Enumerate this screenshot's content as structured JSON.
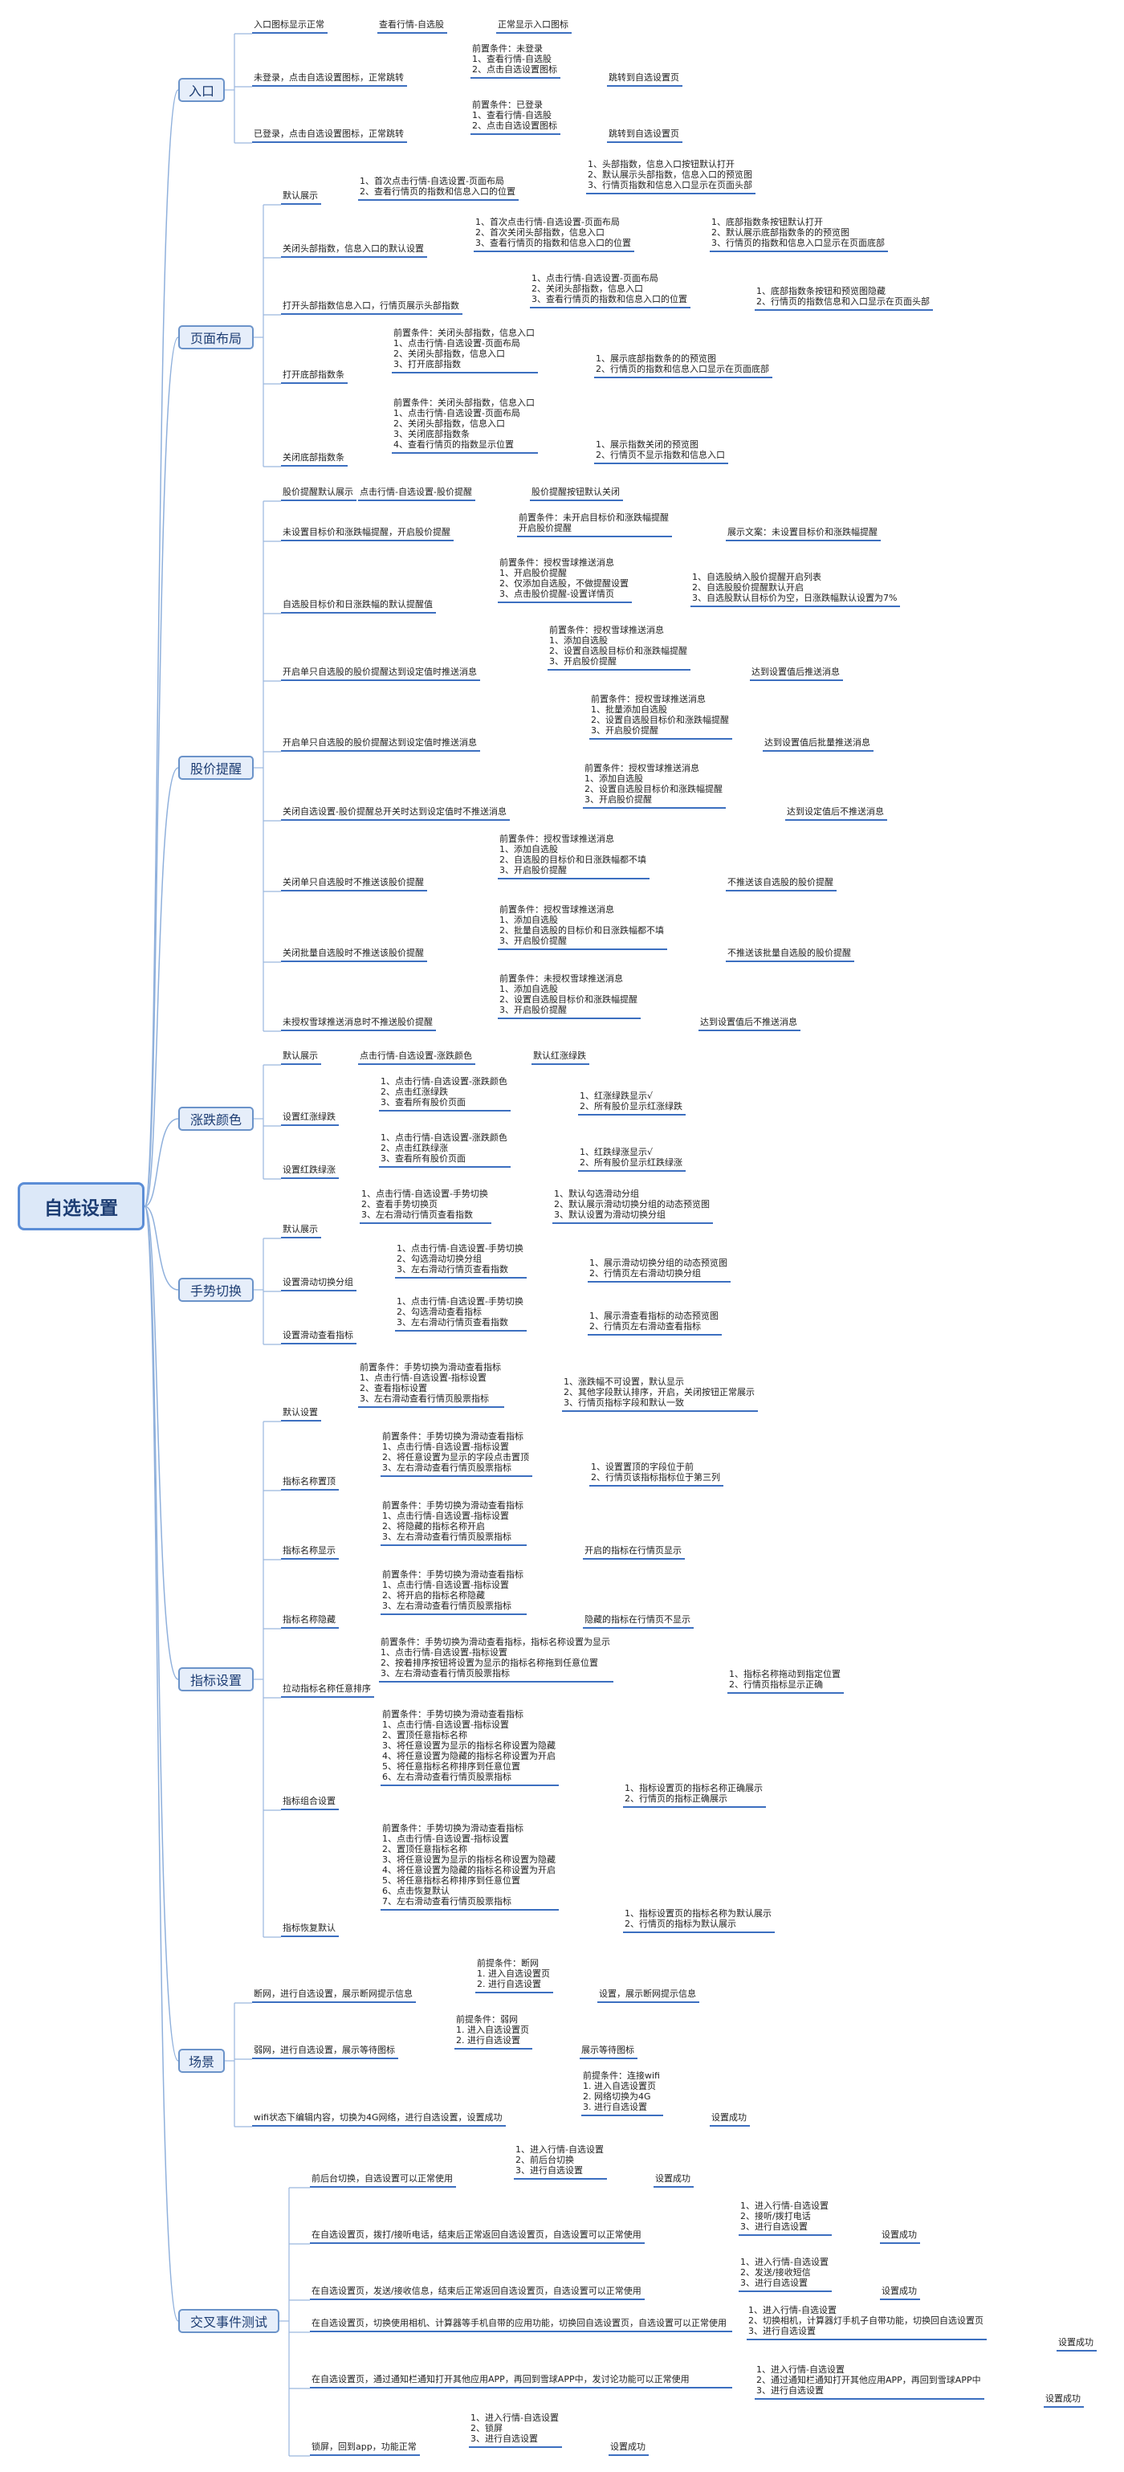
{
  "root": "自选设置",
  "categories": {
    "entry": "入口",
    "layout": "页面布局",
    "price_alert": "股价提醒",
    "color": "涨跌颜色",
    "gesture": "手势切换",
    "indicator": "指标设置",
    "scene": "场景",
    "cross": "交叉事件测试"
  },
  "entry": {
    "r1": [
      "入口图标显示正常",
      "查看行情-自选股",
      "正常显示入口图标"
    ],
    "r2": [
      "未登录，点击自选设置图标，正常跳转",
      "前置条件：未登录\n1、查看行情-自选股\n2、点击自选设置图标",
      "跳转到自选设置页"
    ],
    "r3": [
      "已登录，点击自选设置图标，正常跳转",
      "前置条件：已登录\n1、查看行情-自选股\n2、点击自选设置图标",
      "跳转到自选设置页"
    ]
  },
  "layout": {
    "r1": [
      "默认展示",
      "1、首次点击行情-自选设置-页面布局\n2、查看行情页的指数和信息入口的位置",
      "1、头部指数，信息入口按钮默认打开\n2、默认展示头部指数，信息入口的预览图\n3、行情页指数和信息入口显示在页面头部"
    ],
    "r2": [
      "关闭头部指数，信息入口的默认设置",
      "1、首次点击行情-自选设置-页面布局\n2、首次关闭头部指数，信息入口\n3、查看行情页的指数和信息入口的位置",
      "1、底部指数条按钮默认打开\n2、默认展示底部指数条的的预览图\n3、行情页的指数和信息入口显示在页面底部"
    ],
    "r3": [
      "打开头部指数信息入口，行情页展示头部指数",
      "1、点击行情-自选设置-页面布局\n2、关闭头部指数，信息入口\n3、查看行情页的指数和信息入口的位置",
      "1、底部指数条按钮和预览图隐藏\n2、行情页的指数信息和入口显示在页面头部"
    ],
    "r4": [
      "打开底部指数条",
      "前置条件：关闭头部指数，信息入口\n1、点击行情-自选设置-页面布局\n2、关闭头部指数，信息入口\n3、打开底部指数",
      "1、展示底部指数条的的预览图\n2、行情页的指数和信息入口显示在页面底部"
    ],
    "r5": [
      "关闭底部指数条",
      "前置条件：关闭头部指数，信息入口\n1、点击行情-自选设置-页面布局\n2、关闭头部指数，信息入口\n3、关闭底部指数条\n4、查看行情页的指数显示位置",
      "1、展示指数关闭的预览图\n2、行情页不显示指数和信息入口"
    ]
  },
  "price_alert": {
    "r1": [
      "股价提醒默认展示",
      "点击行情-自选设置-股价提醒",
      "股价提醒按钮默认关闭"
    ],
    "r2": [
      "未设置目标价和涨跌幅提醒，开启股价提醒",
      "前置条件：未开启目标价和涨跌幅提醒\n开启股价提醒",
      "展示文案：未设置目标价和涨跌幅提醒"
    ],
    "r3": [
      "自选股目标价和日涨跌幅的默认提醒值",
      "前置条件：授权雪球推送消息\n1、开启股价提醒\n2、仅添加自选股，不做提醒设置\n3、点击股价提醒-设置详情页",
      "1、自选股纳入股价提醒开启列表\n2、自选股股价提醒默认开启\n3、自选股默认目标价为空，日涨跌幅默认设置为7%"
    ],
    "r4": [
      "开启单只自选股的股价提醒达到设定值时推送消息",
      "前置条件：授权雪球推送消息\n1、添加自选股\n2、设置自选股目标价和涨跌幅提醒\n3、开启股价提醒",
      "达到设置值后推送消息"
    ],
    "r5": [
      "开启单只自选股的股价提醒达到设定值时推送消息",
      "前置条件：授权雪球推送消息\n1、批量添加自选股\n2、设置自选股目标价和涨跌幅提醒\n3、开启股价提醒",
      "达到设置值后批量推送消息"
    ],
    "r6": [
      "关闭自选设置-股价提醒总开关时达到设定值时不推送消息",
      "前置条件：授权雪球推送消息\n1、添加自选股\n2、设置自选股目标价和涨跌幅提醒\n3、开启股价提醒",
      "达到设定值后不推送消息"
    ],
    "r7": [
      "关闭单只自选股时不推送该股价提醒",
      "前置条件：授权雪球推送消息\n1、添加自选股\n2、自选股的目标价和日涨跌幅都不填\n3、开启股价提醒",
      "不推送该自选股的股价提醒"
    ],
    "r8": [
      "关闭批量自选股时不推送该股价提醒",
      "前置条件：授权雪球推送消息\n1、添加自选股\n2、批量自选股的目标价和日涨跌幅都不填\n3、开启股价提醒",
      "不推送该批量自选股的股价提醒"
    ],
    "r9": [
      "未授权雪球推送消息时不推送股价提醒",
      "前置条件：未授权雪球推送消息\n1、添加自选股\n2、设置自选股目标价和涨跌幅提醒\n3、开启股价提醒",
      "达到设置值后不推送消息"
    ]
  },
  "color": {
    "r1": [
      "默认展示",
      "点击行情-自选设置-涨跌颜色",
      "默认红涨绿跌"
    ],
    "r2": [
      "设置红涨绿跌",
      "1、点击行情-自选设置-涨跌颜色\n2、点击红涨绿跌\n3、查看所有股价页面",
      "1、红涨绿跌显示√\n2、所有股价显示红涨绿跌"
    ],
    "r3": [
      "设置红跌绿涨",
      "1、点击行情-自选设置-涨跌颜色\n2、点击红跌绿涨\n3、查看所有股价页面",
      "1、红跌绿涨显示√\n2、所有股价显示红跌绿涨"
    ]
  },
  "gesture": {
    "r1": [
      "默认展示",
      "1、点击行情-自选设置-手势切换\n2、查看手势切换页\n3、左右滑动行情页查看指数",
      "1、默认勾选滑动分组\n2、默认展示滑动切换分组的动态预览图\n3、默认设置为滑动切换分组"
    ],
    "r2": [
      "设置滑动切换分组",
      "1、点击行情-自选设置-手势切换\n2、勾选滑动切换分组\n3、左右滑动行情页查看指数",
      "1、展示滑动切换分组的动态预览图\n2、行情页左右滑动切换分组"
    ],
    "r3": [
      "设置滑动查看指标",
      "1、点击行情-自选设置-手势切换\n2、勾选滑动查看指标\n3、左右滑动行情页查看指数",
      "1、展示滑查看指标的动态预览图\n2、行情页左右滑动查看指标"
    ]
  },
  "indicator": {
    "r1": [
      "默认设置",
      "前置条件：手势切换为滑动查看指标\n1、点击行情-自选设置-指标设置\n2、查看指标设置\n3、左右滑动查看行情页股票指标",
      "1、涨跌幅不可设置，默认显示\n2、其他字段默认排序，开启，关闭按钮正常展示\n3、行情页指标字段和默认一致"
    ],
    "r2": [
      "指标名称置顶",
      "前置条件：手势切换为滑动查看指标\n1、点击行情-自选设置-指标设置\n2、将任意设置为显示的字段点击置顶\n3、左右滑动查看行情页股票指标",
      "1、设置置顶的字段位于前\n2、行情页该指标指标位于第三列"
    ],
    "r3": [
      "指标名称显示",
      "前置条件：手势切换为滑动查看指标\n1、点击行情-自选设置-指标设置\n2、将隐藏的指标名称开启\n3、左右滑动查看行情页股票指标",
      "开启的指标在行情页显示"
    ],
    "r4": [
      "指标名称隐藏",
      "前置条件：手势切换为滑动查看指标\n1、点击行情-自选设置-指标设置\n2、将开启的指标名称隐藏\n3、左右滑动查看行情页股票指标",
      "隐藏的指标在行情页不显示"
    ],
    "r5": [
      "拉动指标名称任意排序",
      "前置条件：手势切换为滑动查看指标，指标名称设置为显示\n1、点击行情-自选设置-指标设置\n2、按着排序按钮将设置为显示的指标名称拖到任意位置\n3、左右滑动查看行情页股票指标",
      "1、指标名称拖动到指定位置\n2、行情页指标显示正确"
    ],
    "r6": [
      "指标组合设置",
      "前置条件：手势切换为滑动查看指标\n1、点击行情-自选设置-指标设置\n2、置顶任意指标名称\n3、将任意设置为显示的指标名称设置为隐藏\n4、将任意设置为隐藏的指标名称设置为开启\n5、将任意指标名称排序到任意位置\n6、左右滑动查看行情页股票指标",
      "1、指标设置页的指标名称正确展示\n2、行情页的指标正确展示"
    ],
    "r7": [
      "指标恢复默认",
      "前置条件：手势切换为滑动查看指标\n1、点击行情-自选设置-指标设置\n2、置顶任意指标名称\n3、将任意设置为显示的指标名称设置为隐藏\n4、将任意设置为隐藏的指标名称设置为开启\n5、将任意指标名称排序到任意位置\n6、点击恢复默认\n7、左右滑动查看行情页股票指标",
      "1、指标设置页的指标名称为默认展示\n2、行情页的指标为默认展示"
    ]
  },
  "scene": {
    "r1": [
      "断网，进行自选设置，展示断网提示信息",
      "前提条件：断网\n1. 进入自选设置页\n2. 进行自选设置",
      "设置，展示断网提示信息"
    ],
    "r2": [
      "弱网，进行自选设置，展示等待图标",
      "前提条件：弱网\n1. 进入自选设置页\n2. 进行自选设置",
      "展示等待图标"
    ],
    "r3": [
      "wifi状态下编辑内容，切换为4G网络，进行自选设置，设置成功",
      "前提条件：连接wifi\n1. 进入自选设置页\n2. 网络切换为4G\n3. 进行自选设置",
      "设置成功"
    ]
  },
  "cross": {
    "r1": [
      "前后台切换，自选设置可以正常使用",
      "1、进入行情-自选设置\n2、前后台切换\n3、进行自选设置",
      "设置成功"
    ],
    "r2": [
      "在自选设置页，拨打/接听电话，结束后正常返回自选设置页，自选设置可以正常使用",
      "1、进入行情-自选设置\n2、接听/拨打电话\n3、进行自选设置",
      "设置成功"
    ],
    "r3": [
      "在自选设置页，发送/接收信息，结束后正常返回自选设置页，自选设置可以正常使用",
      "1、进入行情-自选设置\n2、发送/接收短信\n3、进行自选设置",
      "设置成功"
    ],
    "r4": [
      "在自选设置页，切换使用相机、计算器等手机自带的应用功能，切换回自选设置页，自选设置可以正常使用",
      "1、进入行情-自选设置\n2、切换相机，计算器灯手机子自带功能，切换回自选设置页\n3、进行自选设置",
      "设置成功"
    ],
    "r5": [
      "在自选设置页，通过通知栏通知打开其他应用APP，再回到雪球APP中，发讨论功能可以正常使用",
      "1、进入行情-自选设置\n2、通过通知栏通知打开其他应用APP，再回到雪球APP中\n3、进行自选设置",
      "设置成功"
    ],
    "r6": [
      "锁屏，回到app，功能正常",
      "1、进入行情-自选设置\n2、锁屏\n3、进行自选设置",
      "设置成功"
    ]
  }
}
